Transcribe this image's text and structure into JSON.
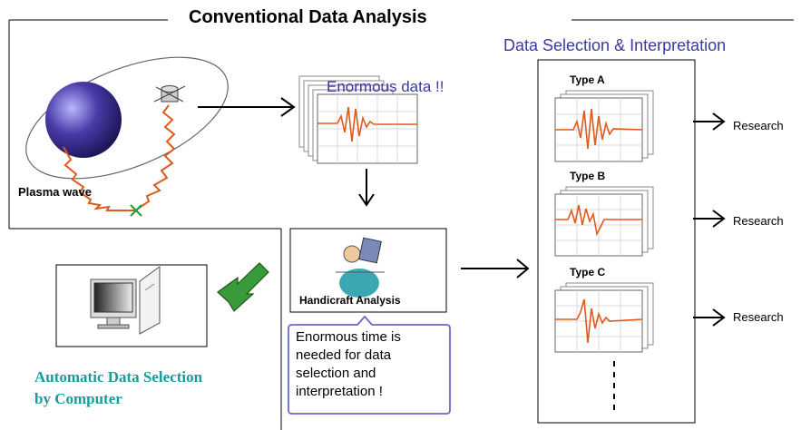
{
  "header": {
    "title": "Conventional Data Analysis"
  },
  "top_left": {
    "plasma_label": "Plasma wave"
  },
  "data_stack": {
    "label": "Enormous data !!"
  },
  "right_panel": {
    "title": "Data Selection & Interpretation",
    "types": [
      {
        "label": "Type A",
        "research": "Research"
      },
      {
        "label": "Type B",
        "research": "Research"
      },
      {
        "label": "Type C",
        "research": "Research"
      }
    ]
  },
  "analysis": {
    "label": "Handicraft Analysis",
    "callout": "Enormous time is needed for data selection and interpretation !"
  },
  "automatic": {
    "line1": "Automatic Data Selection",
    "line2": "by Computer"
  },
  "colors": {
    "title_blue": "#3a3aa0",
    "teal": "#1a9a9a",
    "wave_orange": "#e05a1a",
    "callout_border": "#6a6ac8",
    "arrow_green": "#3a9a3a"
  }
}
